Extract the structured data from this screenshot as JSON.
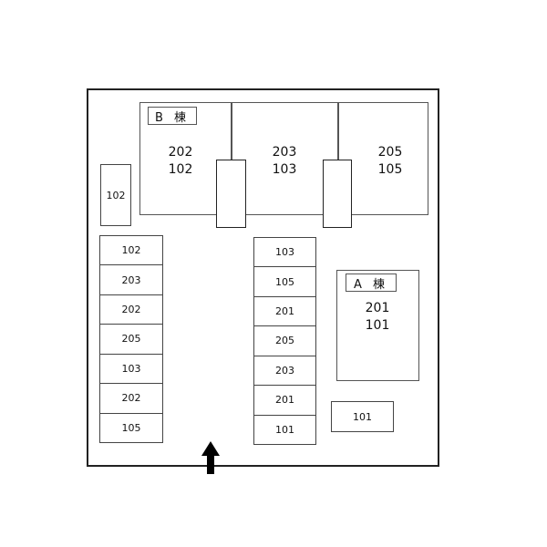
{
  "site": {
    "building_b": {
      "label": "B 棟",
      "units": [
        {
          "upper": "202",
          "lower": "102"
        },
        {
          "upper": "203",
          "lower": "103"
        },
        {
          "upper": "205",
          "lower": "105"
        }
      ]
    },
    "building_a": {
      "label": "A 棟",
      "upper": "201",
      "lower": "101"
    },
    "small_slot_left": "102",
    "small_slot_right": "101",
    "parking_left": [
      "102",
      "203",
      "202",
      "205",
      "103",
      "202",
      "105"
    ],
    "parking_right": [
      "103",
      "105",
      "201",
      "205",
      "203",
      "201",
      "101"
    ],
    "entrance_icon": "arrow-up-icon"
  }
}
